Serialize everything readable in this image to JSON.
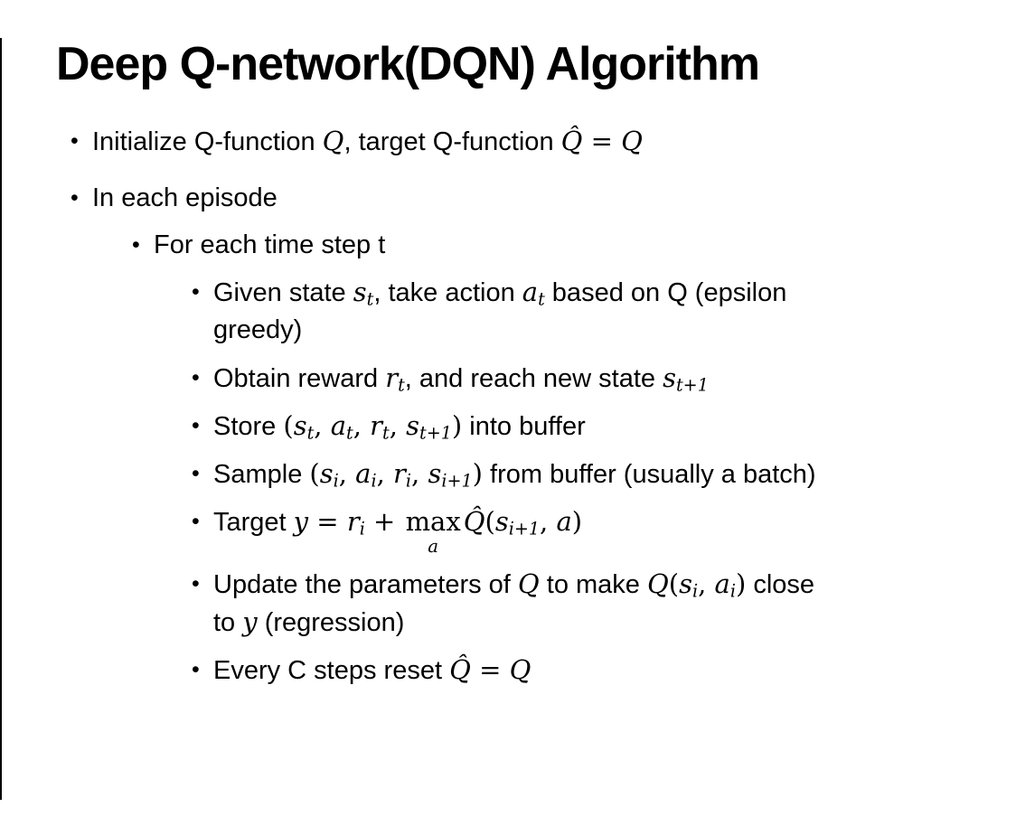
{
  "slide": {
    "title": "Deep Q-network(DQN) Algorithm",
    "bullets": [
      {
        "level": 1,
        "segments": [
          {
            "t": "Initialize Q-function ",
            "s": "p"
          },
          {
            "t": "Q",
            "s": "m"
          },
          {
            "t": ", target Q-function ",
            "s": "p"
          },
          {
            "t": "Q̂",
            "s": "m"
          },
          {
            "t": " = ",
            "s": "r"
          },
          {
            "t": "Q",
            "s": "m"
          }
        ]
      },
      {
        "level": 1,
        "segments": [
          {
            "t": "In each episode",
            "s": "p"
          }
        ]
      },
      {
        "level": 2,
        "segments": [
          {
            "t": "For each time step t",
            "s": "p"
          }
        ]
      },
      {
        "level": 3,
        "segments": [
          {
            "t": "Given state ",
            "s": "p"
          },
          {
            "t": "s",
            "s": "m"
          },
          {
            "t": "t",
            "s": "sub"
          },
          {
            "t": ", take action ",
            "s": "p"
          },
          {
            "t": "a",
            "s": "m"
          },
          {
            "t": "t",
            "s": "sub"
          },
          {
            "t": " based on Q (epsilon",
            "s": "p"
          },
          {
            "s": "br"
          },
          {
            "t": "greedy)",
            "s": "p"
          }
        ]
      },
      {
        "level": 3,
        "segments": [
          {
            "t": "Obtain reward ",
            "s": "p"
          },
          {
            "t": "r",
            "s": "m"
          },
          {
            "t": "t",
            "s": "sub"
          },
          {
            "t": ", and reach new state ",
            "s": "p"
          },
          {
            "t": "s",
            "s": "m"
          },
          {
            "t": "t+1",
            "s": "sub"
          }
        ]
      },
      {
        "level": 3,
        "segments": [
          {
            "t": "Store ",
            "s": "p"
          },
          {
            "t": "(",
            "s": "r"
          },
          {
            "t": "s",
            "s": "m"
          },
          {
            "t": "t",
            "s": "sub"
          },
          {
            "t": ", ",
            "s": "r"
          },
          {
            "t": "a",
            "s": "m"
          },
          {
            "t": "t",
            "s": "sub"
          },
          {
            "t": ", ",
            "s": "r"
          },
          {
            "t": "r",
            "s": "m"
          },
          {
            "t": "t",
            "s": "sub"
          },
          {
            "t": ", ",
            "s": "r"
          },
          {
            "t": "s",
            "s": "m"
          },
          {
            "t": "t+1",
            "s": "sub"
          },
          {
            "t": ")",
            "s": "r"
          },
          {
            "t": " into buffer",
            "s": "p"
          }
        ]
      },
      {
        "level": 3,
        "segments": [
          {
            "t": "Sample ",
            "s": "p"
          },
          {
            "t": "(",
            "s": "r"
          },
          {
            "t": "s",
            "s": "m"
          },
          {
            "t": "i",
            "s": "sub"
          },
          {
            "t": ", ",
            "s": "r"
          },
          {
            "t": "a",
            "s": "m"
          },
          {
            "t": "i",
            "s": "sub"
          },
          {
            "t": ", ",
            "s": "r"
          },
          {
            "t": "r",
            "s": "m"
          },
          {
            "t": "i",
            "s": "sub"
          },
          {
            "t": ", ",
            "s": "r"
          },
          {
            "t": "s",
            "s": "m"
          },
          {
            "t": "i+1",
            "s": "sub"
          },
          {
            "t": ")",
            "s": "r"
          },
          {
            "t": " from buffer (usually a batch)",
            "s": "p"
          }
        ]
      },
      {
        "level": 3,
        "segments": [
          {
            "t": "Target ",
            "s": "p"
          },
          {
            "t": "y",
            "s": "m"
          },
          {
            "t": " = ",
            "s": "r"
          },
          {
            "t": "r",
            "s": "m"
          },
          {
            "t": "i",
            "s": "sub"
          },
          {
            "t": " + ",
            "s": "r"
          },
          {
            "t": "max",
            "under": "a",
            "s": "op"
          },
          {
            "t": "Q̂",
            "s": "m"
          },
          {
            "t": "(",
            "s": "r"
          },
          {
            "t": "s",
            "s": "m"
          },
          {
            "t": "i+1",
            "s": "sub"
          },
          {
            "t": ", ",
            "s": "r"
          },
          {
            "t": "a",
            "s": "m"
          },
          {
            "t": ")",
            "s": "r"
          }
        ]
      },
      {
        "level": 3,
        "segments": [
          {
            "t": "Update the parameters of ",
            "s": "p"
          },
          {
            "t": "Q",
            "s": "m"
          },
          {
            "t": " to make ",
            "s": "p"
          },
          {
            "t": "Q",
            "s": "m"
          },
          {
            "t": "(",
            "s": "r"
          },
          {
            "t": "s",
            "s": "m"
          },
          {
            "t": "i",
            "s": "sub"
          },
          {
            "t": ", ",
            "s": "r"
          },
          {
            "t": "a",
            "s": "m"
          },
          {
            "t": "i",
            "s": "sub"
          },
          {
            "t": ")",
            "s": "r"
          },
          {
            "t": " close",
            "s": "p"
          },
          {
            "s": "br"
          },
          {
            "t": "to ",
            "s": "p"
          },
          {
            "t": "y",
            "s": "m"
          },
          {
            "t": " (regression)",
            "s": "p"
          }
        ]
      },
      {
        "level": 3,
        "segments": [
          {
            "t": "Every C steps reset ",
            "s": "p"
          },
          {
            "t": "Q̂",
            "s": "m"
          },
          {
            "t": " = ",
            "s": "r"
          },
          {
            "t": "Q",
            "s": "m"
          }
        ]
      }
    ],
    "bullet_glyph": "•"
  },
  "colors": {
    "text": "#000000",
    "background": "#ffffff",
    "edge_line": "#000000"
  }
}
